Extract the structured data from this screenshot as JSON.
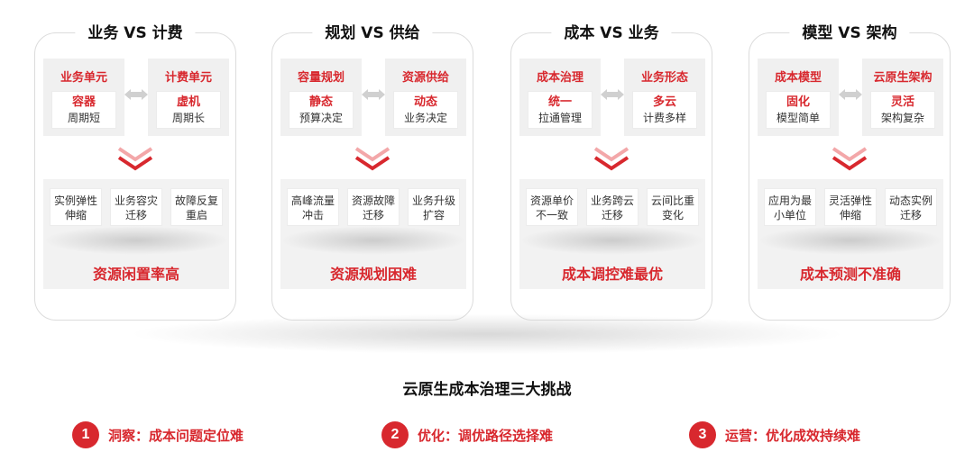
{
  "cards": [
    {
      "title": "业务 VS 计费",
      "left": {
        "head": "业务单元",
        "key": "容器",
        "sub": "周期短"
      },
      "right": {
        "head": "计费单元",
        "key": "虚机",
        "sub": "周期长"
      },
      "items": [
        {
          "l1": "实例弹性",
          "l2": "伸缩"
        },
        {
          "l1": "业务容灾",
          "l2": "迁移"
        },
        {
          "l1": "故障反复",
          "l2": "重启"
        }
      ],
      "result": "资源闲置率高"
    },
    {
      "title": "规划 VS 供给",
      "left": {
        "head": "容量规划",
        "key": "静态",
        "sub": "预算决定"
      },
      "right": {
        "head": "资源供给",
        "key": "动态",
        "sub": "业务决定"
      },
      "items": [
        {
          "l1": "高峰流量",
          "l2": "冲击"
        },
        {
          "l1": "资源故障",
          "l2": "迁移"
        },
        {
          "l1": "业务升级",
          "l2": "扩容"
        }
      ],
      "result": "资源规划困难"
    },
    {
      "title": "成本 VS 业务",
      "left": {
        "head": "成本治理",
        "key": "统一",
        "sub": "拉通管理"
      },
      "right": {
        "head": "业务形态",
        "key": "多云",
        "sub": "计费多样"
      },
      "items": [
        {
          "l1": "资源单价",
          "l2": "不一致"
        },
        {
          "l1": "业务跨云",
          "l2": "迁移"
        },
        {
          "l1": "云间比重",
          "l2": "变化"
        }
      ],
      "result": "成本调控难最优"
    },
    {
      "title": "模型 VS 架构",
      "left": {
        "head": "成本模型",
        "key": "固化",
        "sub": "模型简单"
      },
      "right": {
        "head": "云原生架构",
        "key": "灵活",
        "sub": "架构复杂"
      },
      "items": [
        {
          "l1": "应用为最",
          "l2": "小单位"
        },
        {
          "l1": "灵活弹性",
          "l2": "伸缩"
        },
        {
          "l1": "动态实例",
          "l2": "迁移"
        }
      ],
      "result": "成本预测不准确"
    }
  ],
  "main_title": "云原生成本治理三大挑战",
  "challenges": [
    {
      "num": "1",
      "text": "洞察：成本问题定位难"
    },
    {
      "num": "2",
      "text": "优化：调优路径选择难"
    },
    {
      "num": "3",
      "text": "运营：优化成效持续难"
    }
  ],
  "colors": {
    "accent": "#d8282e",
    "panel": "#f0f0f0",
    "border": "#dcdcdc"
  }
}
